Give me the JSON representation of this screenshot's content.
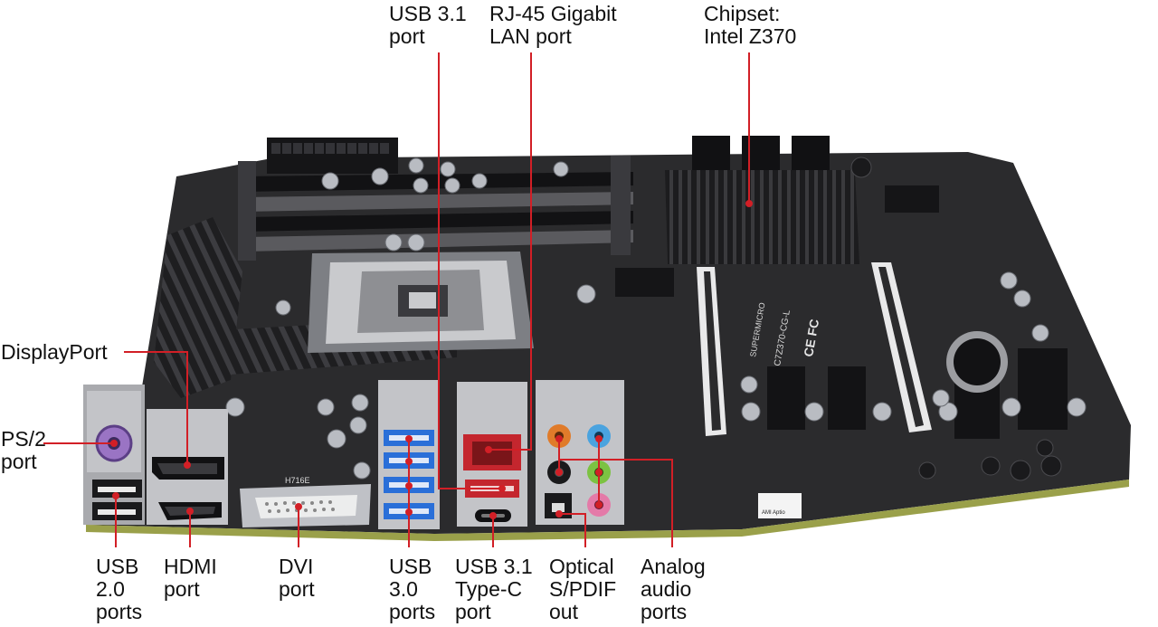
{
  "labels": {
    "usb31_port": "USB 3.1\nport",
    "rj45": "RJ-45 Gigabit\nLAN port",
    "chipset": "Chipset:\nIntel Z370",
    "displayport": "DisplayPort",
    "ps2": "PS/2\nport",
    "usb20": "USB\n2.0\nports",
    "hdmi": "HDMI\nport",
    "dvi": "DVI\nport",
    "usb30": "USB\n3.0\nports",
    "usb31_typec": "USB 3.1\nType-C\nport",
    "optical": "Optical\nS/PDIF\nout",
    "analog": "Analog\naudio\nports"
  },
  "board_text": {
    "model": "C7Z370-CG-L",
    "brand": "SUPERMICRO",
    "cert": "CE FC",
    "bios": "AMI Aptio",
    "dvi_chip": "H716E"
  },
  "colors": {
    "pointer": "#d21f26",
    "pcb": "#2b2b2d",
    "pcb_edge": "#9aa04a",
    "heatsink": "#1c1c1e",
    "usb3_blue": "#2a6fd8",
    "usb31_red": "#c4262e",
    "audio_orange": "#e07b2a",
    "audio_blue": "#4aa3df",
    "audio_green": "#7cc242",
    "audio_pink": "#e47aa8",
    "ps2_purple": "#9a74c4",
    "label_text": "#111111"
  }
}
